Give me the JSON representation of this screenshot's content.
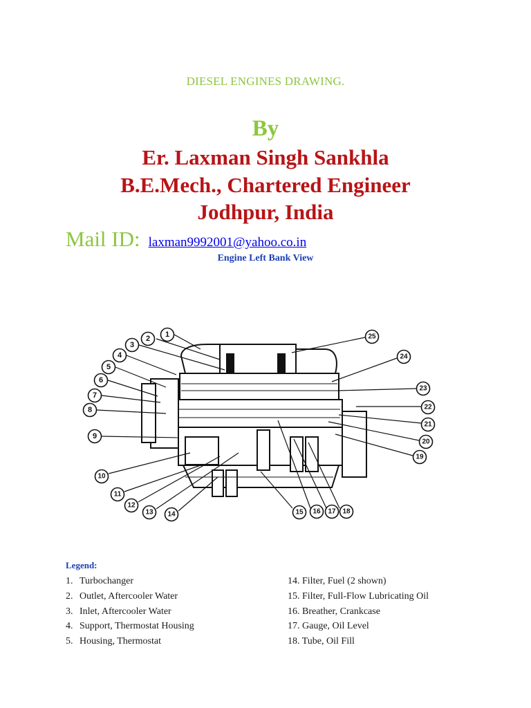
{
  "document": {
    "title": "DIESEL ENGINES DRAWING.",
    "by": "By",
    "author_lines": [
      "Er. Laxman Singh Sankhla",
      "B.E.Mech., Chartered Engineer",
      "Jodhpur, India"
    ],
    "mail_label": "Mail ID:",
    "mail_value": "laxman9992001@yahoo.co.in",
    "figure_caption": "Engine Left Bank View"
  },
  "diagram": {
    "callouts": [
      "1",
      "2",
      "3",
      "4",
      "5",
      "6",
      "7",
      "8",
      "9",
      "10",
      "11",
      "12",
      "13",
      "14",
      "15",
      "16",
      "17",
      "18",
      "19",
      "20",
      "21",
      "22",
      "23",
      "24",
      "25"
    ]
  },
  "legend": {
    "title": "Legend:",
    "left": [
      {
        "num": "1.",
        "label": "Turbochanger"
      },
      {
        "num": "2.",
        "label": "Outlet, Aftercooler Water"
      },
      {
        "num": "3.",
        "label": "Inlet, Aftercooler Water"
      },
      {
        "num": "4.",
        "label": "Support, Thermostat Housing"
      },
      {
        "num": "5.",
        "label": "Housing, Thermostat"
      }
    ],
    "right": [
      "14. Filter, Fuel (2 shown)",
      "15. Filter, Full-Flow Lubricating Oil",
      "16. Breather, Crankcase",
      "17. Gauge, Oil Level",
      "18. Tube, Oil Fill"
    ]
  }
}
